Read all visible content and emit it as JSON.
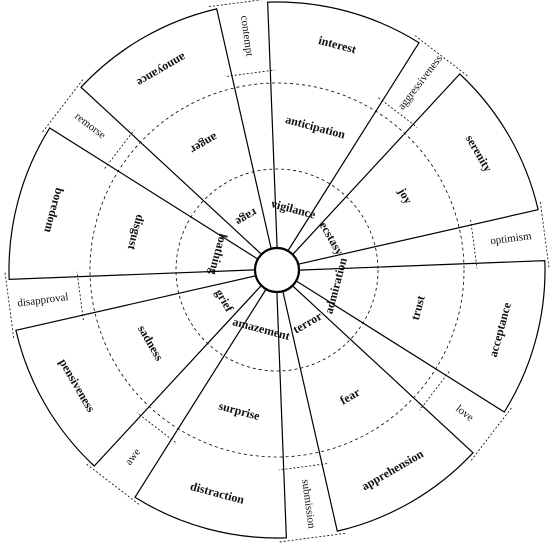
{
  "wheel": {
    "petals": [
      {
        "name": "anticipation",
        "outer": "interest",
        "middle": "anticipation",
        "inner": "vigilance",
        "dyad": "aggressiveness"
      },
      {
        "name": "joy",
        "outer": "serenity",
        "middle": "joy",
        "inner": "ecstasy",
        "dyad": "optimism"
      },
      {
        "name": "trust",
        "outer": "acceptance",
        "middle": "trust",
        "inner": "admiration",
        "dyad": "love"
      },
      {
        "name": "fear",
        "outer": "apprehension",
        "middle": "fear",
        "inner": "terror",
        "dyad": "submission"
      },
      {
        "name": "surprise",
        "outer": "distraction",
        "middle": "surprise",
        "inner": "amazement",
        "dyad": "awe"
      },
      {
        "name": "sadness",
        "outer": "pensiveness",
        "middle": "sadness",
        "inner": "grief",
        "dyad": "disapproval"
      },
      {
        "name": "disgust",
        "outer": "boredom",
        "middle": "disgust",
        "inner": "loathing",
        "dyad": "remorse"
      },
      {
        "name": "anger",
        "outer": "annoyance",
        "middle": "anger",
        "inner": "rage",
        "dyad": "contempt"
      }
    ]
  }
}
